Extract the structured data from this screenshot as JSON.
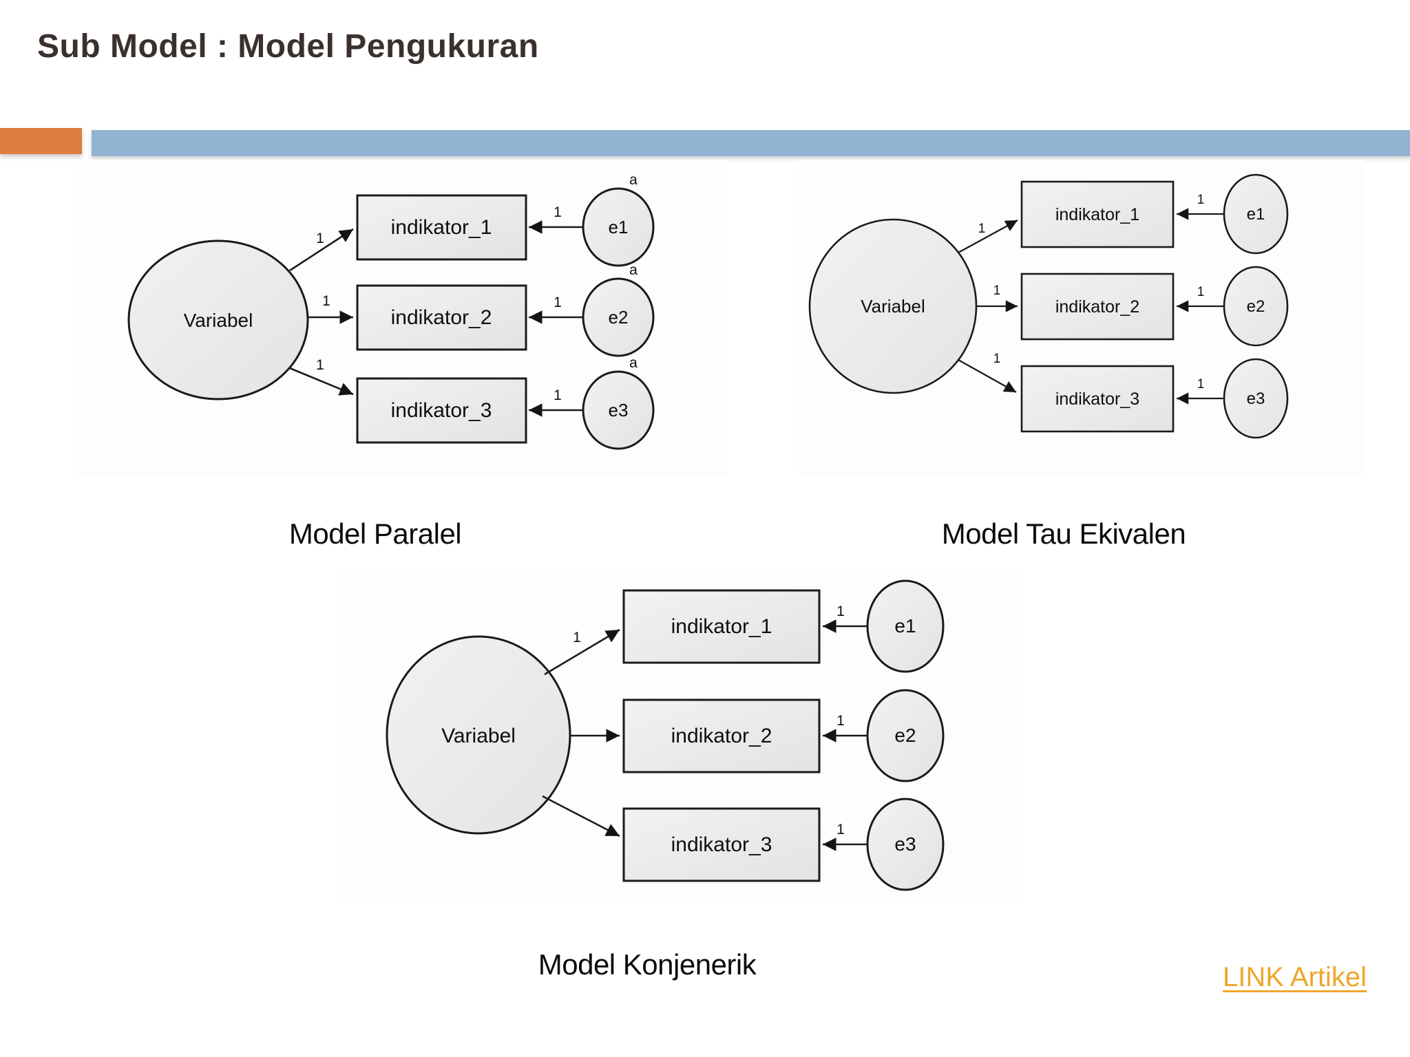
{
  "slide": {
    "title": "Sub Model : Model Pengukuran",
    "link_label": "LINK Artikel"
  },
  "colors": {
    "accent_orange": "#DC7E3E",
    "accent_blue": "#93B3D2",
    "link_orange": "#EFA62D",
    "title_text": "#3A312C"
  },
  "diagrams": [
    {
      "caption": "Model Paralel",
      "latent": "Variabel",
      "indicators": [
        "indikator_1",
        "indikator_2",
        "indikator_3"
      ],
      "errors": [
        "e1",
        "e2",
        "e3"
      ],
      "loadings": [
        "1",
        "1",
        "1"
      ],
      "error_weights": [
        "1",
        "1",
        "1"
      ],
      "variances": [
        "a",
        "a",
        "a"
      ]
    },
    {
      "caption": "Model Tau Ekivalen",
      "latent": "Variabel",
      "indicators": [
        "indikator_1",
        "indikator_2",
        "indikator_3"
      ],
      "errors": [
        "e1",
        "e2",
        "e3"
      ],
      "loadings": [
        "1",
        "1",
        "1"
      ],
      "error_weights": [
        "1",
        "1",
        "1"
      ],
      "variances": []
    },
    {
      "caption": "Model Konjenerik",
      "latent": "Variabel",
      "indicators": [
        "indikator_1",
        "indikator_2",
        "indikator_3"
      ],
      "errors": [
        "e1",
        "e2",
        "e3"
      ],
      "loadings": [
        "1"
      ],
      "error_weights": [
        "1",
        "1",
        "1"
      ],
      "variances": []
    }
  ]
}
